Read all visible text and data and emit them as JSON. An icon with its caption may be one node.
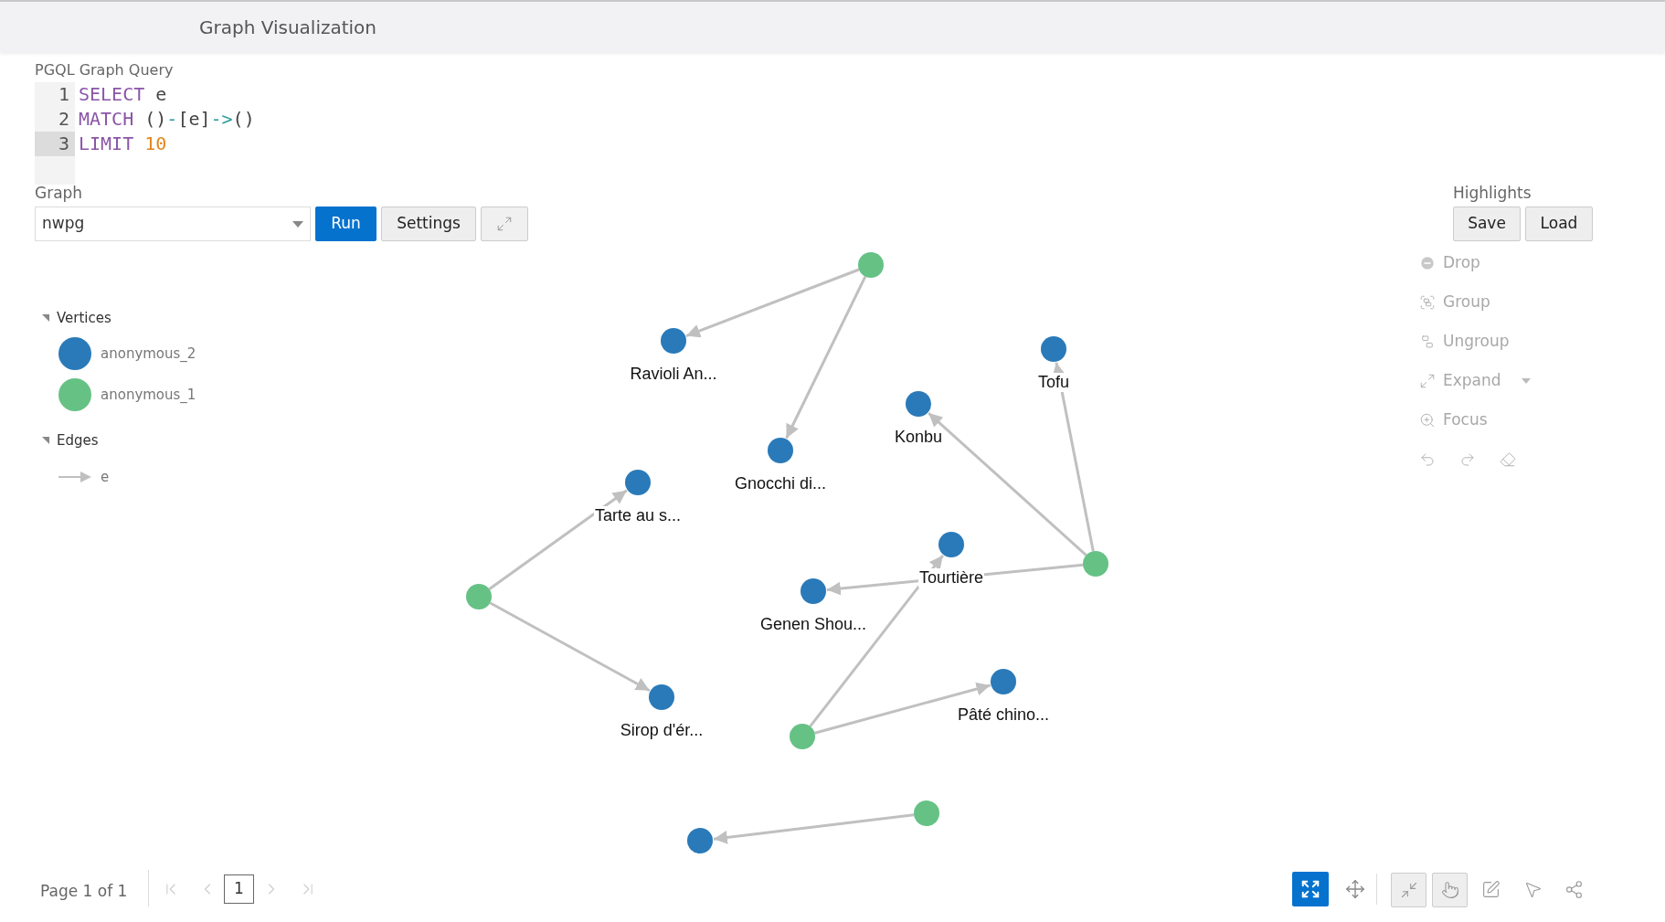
{
  "diagram": {
    "nodes": [
      {
        "text": [],
        "shape": "circle"
      },
      {
        "text": [],
        "shape": "circle",
        "beside": [
          "Ravioli An..."
        ]
      },
      {
        "text": [],
        "shape": "circle",
        "beside": [
          "Tofu"
        ]
      },
      {
        "text": [],
        "shape": "circle",
        "beside": [
          "Konbu"
        ]
      },
      {
        "text": [],
        "shape": "circle",
        "beside": [
          "Gnocchi di..."
        ]
      },
      {
        "text": [],
        "shape": "circle",
        "beside": [
          "Tarte au s..."
        ]
      },
      {
        "text": [],
        "shape": "circle",
        "beside": [
          "Tourtière"
        ]
      },
      {
        "text": [],
        "shape": "circle"
      },
      {
        "text": [],
        "shape": "circle",
        "beside": [
          "Genen Shou..."
        ]
      },
      {
        "text": [],
        "shape": "circle"
      },
      {
        "text": [],
        "shape": "circle",
        "beside": [
          "Pâté chino..."
        ]
      },
      {
        "text": [],
        "shape": "circle",
        "beside": [
          "Sirop d'ér..."
        ]
      },
      {
        "text": [],
        "shape": "circle"
      },
      {
        "text": [],
        "shape": "circle"
      },
      {
        "text": [],
        "shape": "circle"
      }
    ],
    "edges": [
      {
        "from": 0,
        "to": 1,
        "arrow": "to"
      },
      {
        "from": 0,
        "to": 4,
        "arrow": "to"
      },
      {
        "from": 9,
        "to": 5,
        "arrow": "to"
      },
      {
        "from": 9,
        "to": 11,
        "arrow": "to"
      },
      {
        "from": 7,
        "to": 3,
        "arrow": "to"
      },
      {
        "from": 7,
        "to": 2,
        "arrow": "to"
      },
      {
        "from": 7,
        "to": 8,
        "arrow": "to"
      },
      {
        "from": 12,
        "to": 6,
        "arrow": "to"
      },
      {
        "from": 12,
        "to": 10,
        "arrow": "to"
      },
      {
        "from": 13,
        "to": 14,
        "arrow": "to"
      }
    ],
    "labels": [
      "Graph Visualization",
      "PGQL Graph Query",
      "1",
      "SELECT e",
      "2",
      "MATCH ()-[e]->()",
      "3",
      "LIMIT 10",
      "Graph",
      "nwpg",
      "Run",
      "Settings",
      "Highlights",
      "Save",
      "Load",
      "Vertices",
      "Edges",
      "Drop",
      "Group",
      "Ungroup",
      "Expand",
      "Focus",
      "Page 1 of 1",
      "1"
    ],
    "legend": [
      {
        "text": "anonymous_2",
        "color": "#2a7ab9"
      },
      {
        "text": "anonymous_1",
        "color": "#66c185"
      },
      {
        "text": "e"
      }
    ]
  }
}
